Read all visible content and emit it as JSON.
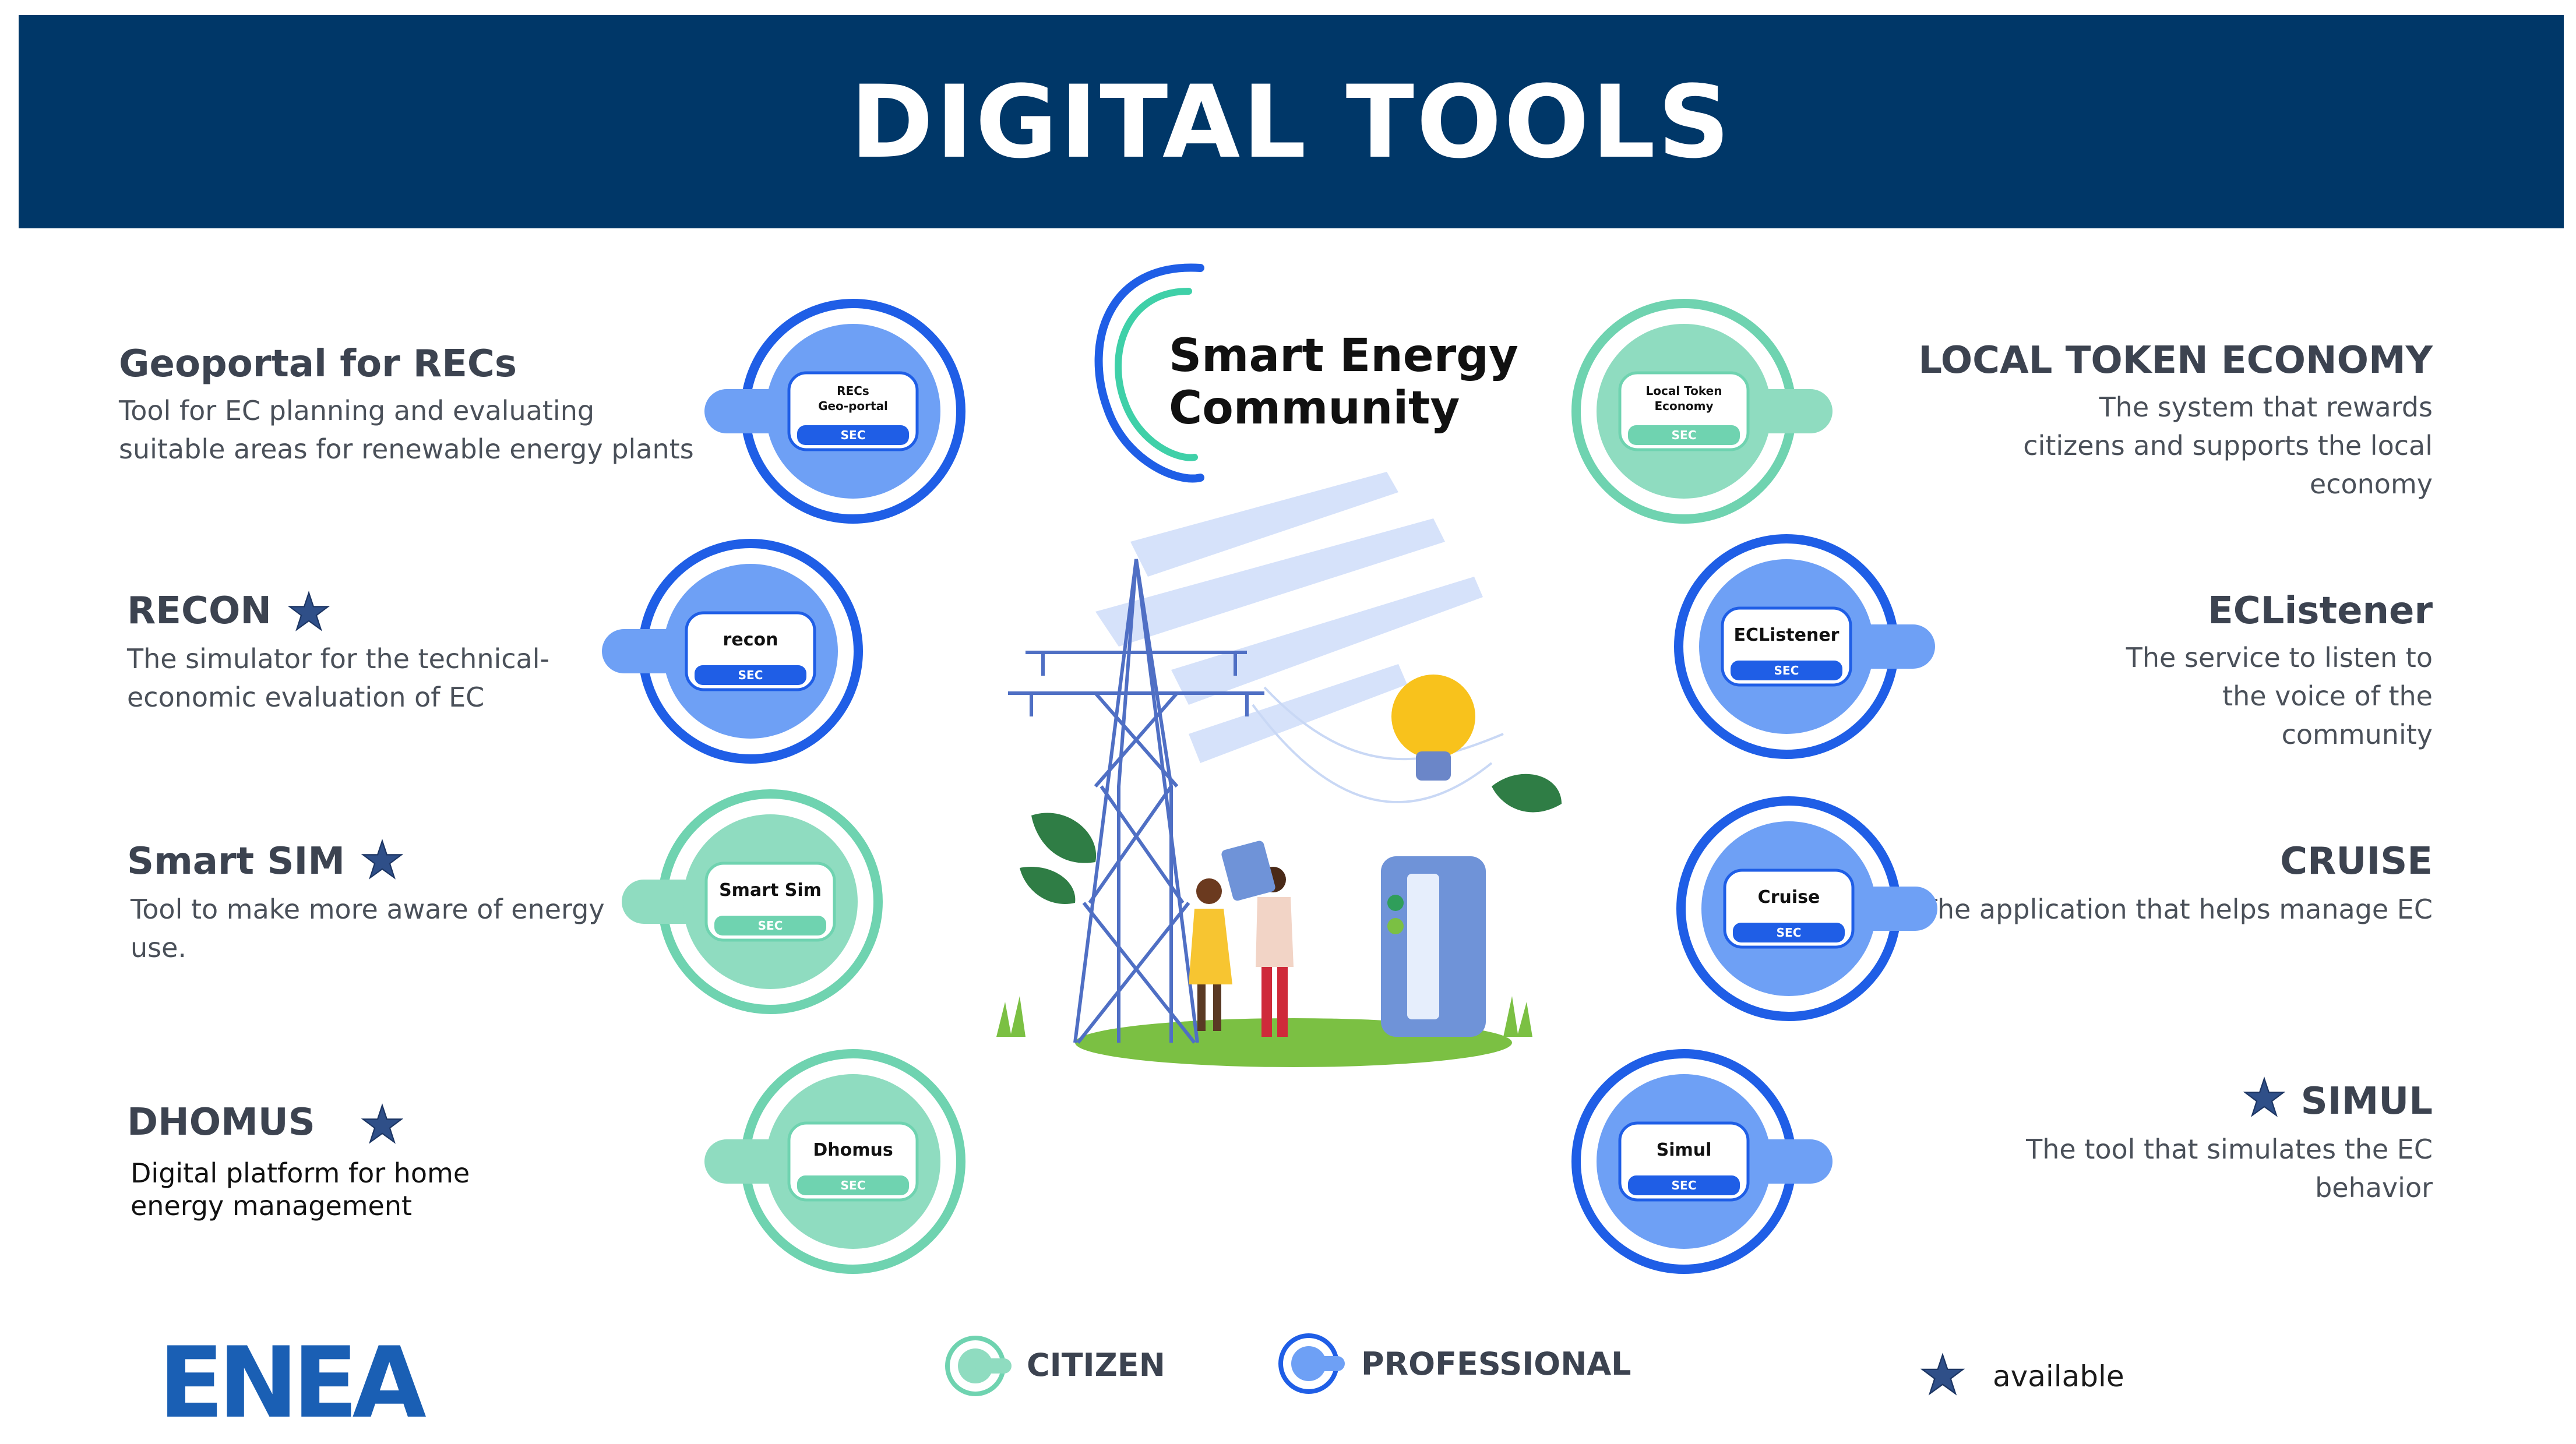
{
  "header": {
    "title": "DIGITAL TOOLS"
  },
  "colors": {
    "banner": "#003768",
    "citizen": "#6fd3b0",
    "citizen_fill": "#8fdcc0",
    "professional": "#1f5ee6",
    "professional_fill": "#6ea0f5",
    "star": "#2f4f88",
    "enea": "#1a5fb4"
  },
  "center_logo": {
    "line1": "Smart Energy",
    "line2": "Community"
  },
  "tools": [
    {
      "id": "geoportal",
      "title": "Geoportal for RECs",
      "description": "Tool for EC planning and evaluating suitable areas for renewable energy plants",
      "badge_line1": "RECs",
      "badge_line2": "Geo-portal",
      "badge_sec": "SEC",
      "category": "professional",
      "available": false
    },
    {
      "id": "recon",
      "title": "RECON",
      "description": "The simulator for the technical-economic evaluation of EC",
      "badge_line1": "recon",
      "badge_line2": "",
      "badge_sec": "SEC",
      "category": "professional",
      "available": true
    },
    {
      "id": "smartsim",
      "title": "Smart SIM",
      "description": "Tool to make more aware of energy use.",
      "badge_line1": "Smart Sim",
      "badge_line2": "",
      "badge_sec": "SEC",
      "category": "citizen",
      "available": true
    },
    {
      "id": "dhomus",
      "title": "DHOMUS",
      "description": "Digital platform for home energy management",
      "badge_line1": "Dhomus",
      "badge_line2": "",
      "badge_sec": "SEC",
      "category": "citizen",
      "available": true
    },
    {
      "id": "lte",
      "title": "LOCAL TOKEN ECONOMY",
      "description": "The system that rewards citizens and supports the local economy",
      "badge_line1": "Local Token",
      "badge_line2": "Economy",
      "badge_sec": "SEC",
      "category": "citizen",
      "available": false
    },
    {
      "id": "eclistener",
      "title": "ECListener",
      "description": "The service to listen to the voice of the community",
      "badge_line1": "ECListener",
      "badge_line2": "",
      "badge_sec": "SEC",
      "category": "professional",
      "available": false
    },
    {
      "id": "cruise",
      "title": "CRUISE",
      "description": "The application that helps manage EC",
      "badge_line1": "Cruise",
      "badge_line2": "",
      "badge_sec": "SEC",
      "category": "professional",
      "available": false
    },
    {
      "id": "simul",
      "title": "SIMUL",
      "description": "The tool that simulates the EC behavior",
      "badge_line1": "Simul",
      "badge_line2": "",
      "badge_sec": "SEC",
      "category": "professional",
      "available": true
    }
  ],
  "legend": {
    "citizen": "CITIZEN",
    "professional": "PROFESSIONAL",
    "available": "available"
  },
  "footer_logo": {
    "text": "ENEA"
  }
}
